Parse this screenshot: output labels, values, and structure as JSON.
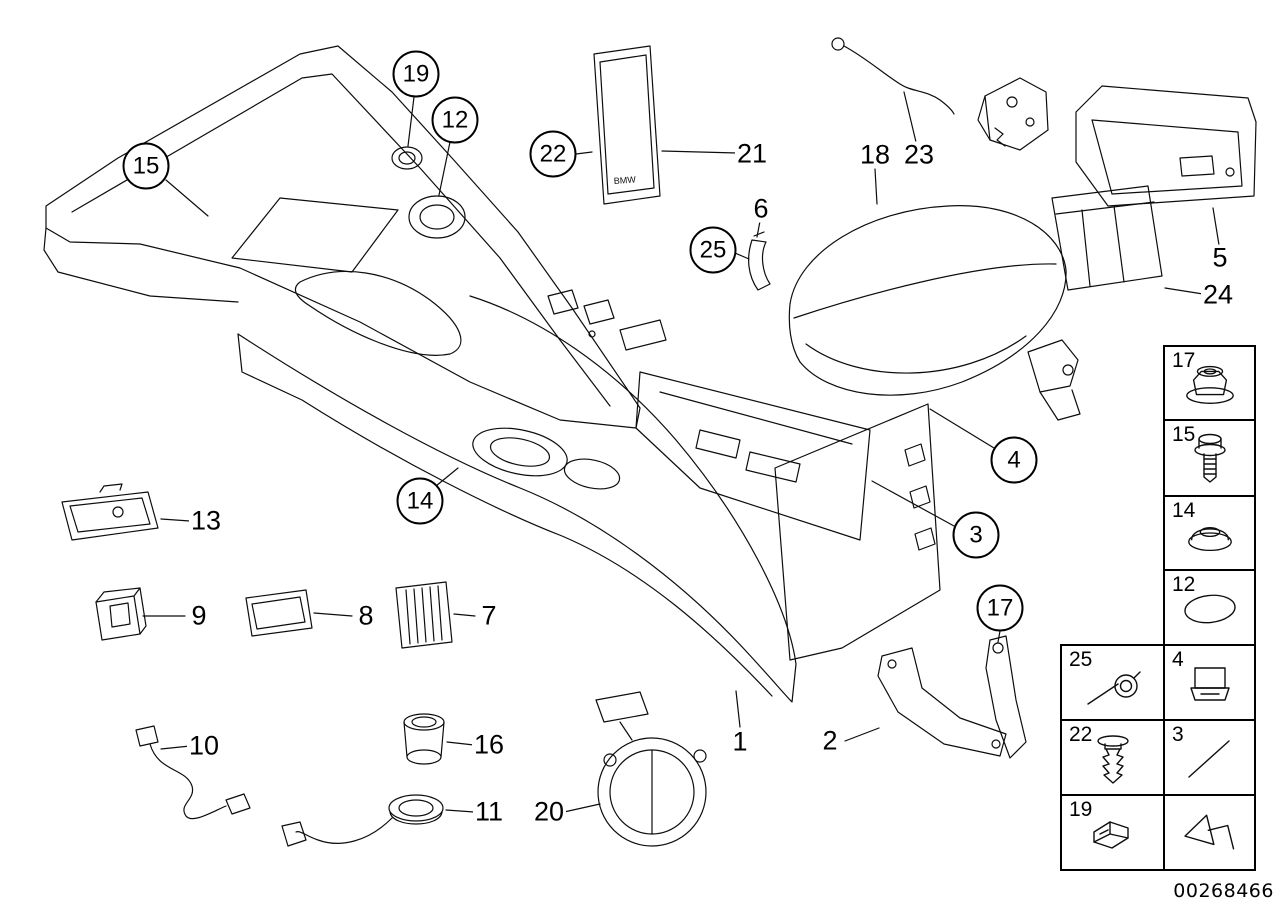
{
  "figure": {
    "part_number": "00268466",
    "card_text": "BMW",
    "background": "#ffffff",
    "line_color": "#000000"
  },
  "callouts": {
    "circled": [
      {
        "id": "15"
      },
      {
        "id": "19"
      },
      {
        "id": "12"
      },
      {
        "id": "22"
      },
      {
        "id": "25"
      },
      {
        "id": "4"
      },
      {
        "id": "3"
      },
      {
        "id": "14"
      },
      {
        "id": "17"
      }
    ],
    "plain": [
      {
        "id": "21"
      },
      {
        "id": "18"
      },
      {
        "id": "23"
      },
      {
        "id": "6"
      },
      {
        "id": "5"
      },
      {
        "id": "24"
      },
      {
        "id": "13"
      },
      {
        "id": "9"
      },
      {
        "id": "8"
      },
      {
        "id": "7"
      },
      {
        "id": "10"
      },
      {
        "id": "16"
      },
      {
        "id": "11"
      },
      {
        "id": "20"
      },
      {
        "id": "1"
      },
      {
        "id": "2"
      }
    ]
  },
  "legend": {
    "side_column": [
      {
        "label": "17",
        "icon": "flange-nut-icon"
      },
      {
        "label": "15",
        "icon": "hex-bolt-icon"
      },
      {
        "label": "14",
        "icon": "grommet-icon"
      },
      {
        "label": "12",
        "icon": "oval-gasket-icon"
      }
    ],
    "bottom_grid": [
      {
        "label": "25",
        "icon": "torsion-spring-icon"
      },
      {
        "label": "4",
        "icon": "clip-icon"
      },
      {
        "label": "22",
        "icon": "expansion-rivet-icon"
      },
      {
        "label": "3",
        "icon": "pin-icon"
      },
      {
        "label": "19",
        "icon": "clamp-icon"
      },
      {
        "label": "",
        "icon": "direction-arrow-icon"
      }
    ]
  }
}
